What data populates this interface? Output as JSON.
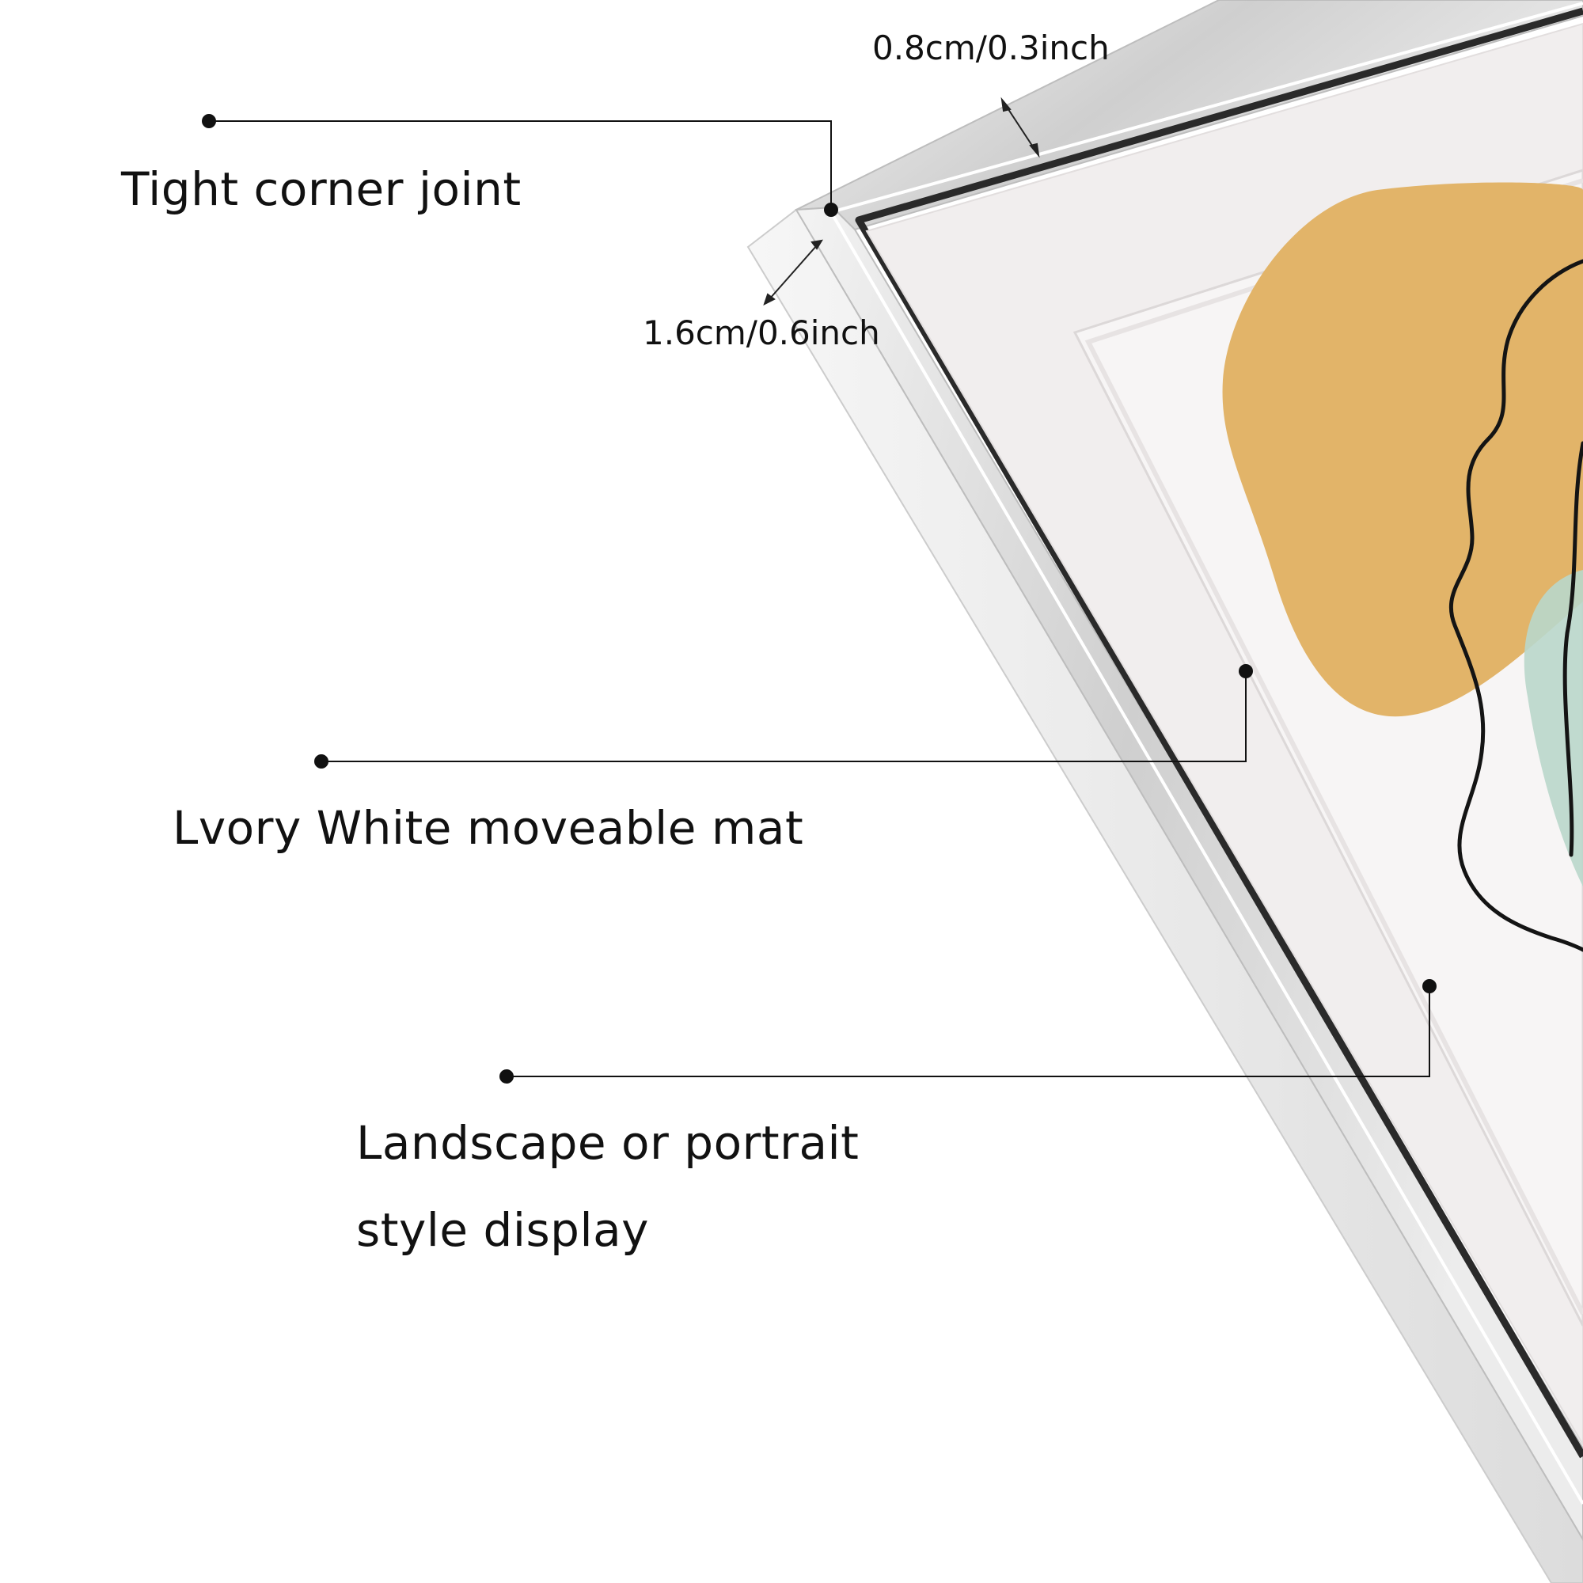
{
  "dimensions": {
    "frame_width": "0.8cm/0.3inch",
    "frame_depth": "1.6cm/0.6inch"
  },
  "callouts": {
    "corner_joint": "Tight corner joint",
    "mat": "Lvory White moveable mat",
    "display_line1": "Landscape or portrait",
    "display_line2": "style display"
  },
  "colors": {
    "background": "#ffffff",
    "frame_silver": "#d9d9d9",
    "frame_dark_edge": "#2a2a2a",
    "mat_ivory": "#f1eeee",
    "artwork_mustard": "#e2b469",
    "artwork_sage": "#b9d7cb",
    "line_art": "#141414",
    "callout_line": "#111111"
  }
}
